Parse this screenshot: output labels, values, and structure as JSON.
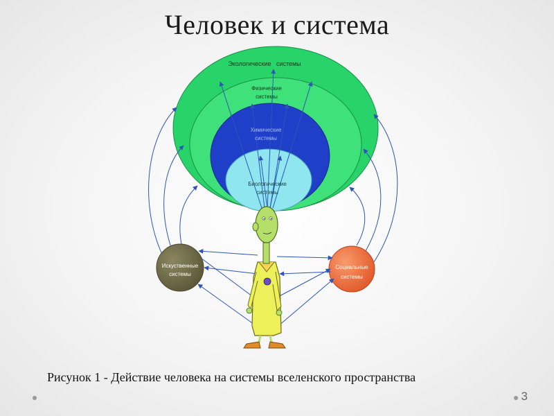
{
  "title": "Человек и система",
  "diagram": {
    "ecological": "Экологические   системы",
    "physical_line1": "Физические",
    "physical_line2": "системы",
    "chemical_line1": "Химические",
    "chemical_line2": "системы",
    "biological_line1": "Биологические",
    "biological_line2": "системы",
    "artificial_line1": "Искуственные",
    "artificial_line2": "системы",
    "social_line1": "Социальные",
    "social_line2": "системы"
  },
  "colors": {
    "ecological": "#28d46a",
    "physical": "#3fe27a",
    "chemical": "#1f3fc8",
    "biological": "#8fe6ef",
    "artificial": "#6f6a48",
    "social": "#f07545",
    "arrow": "#2e54b8",
    "figure_coat": "#eef05a",
    "figure_skin": "#b4e06a"
  },
  "caption": "Рисунок 1 - Действие человека на системы вселенского пространства",
  "page_number": "3"
}
